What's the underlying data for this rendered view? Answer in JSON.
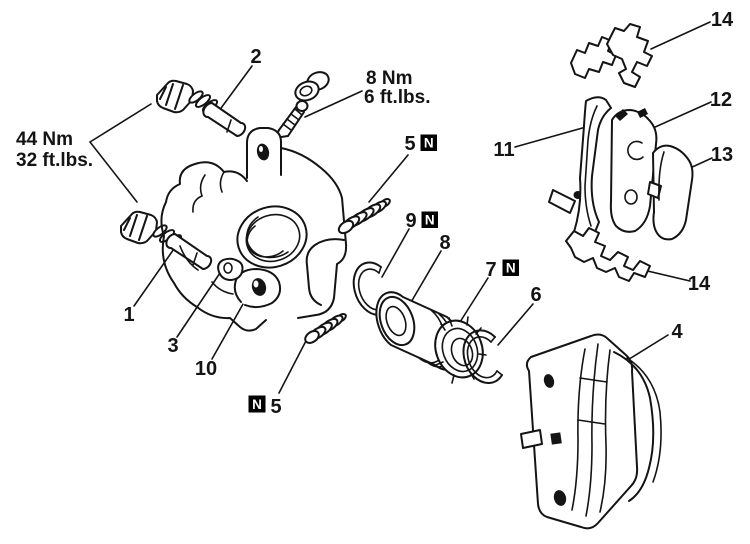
{
  "figure": {
    "type": "exploded-parts-diagram",
    "background": "#ffffff",
    "line_color": "#141414",
    "badge": {
      "letter": "N",
      "bg": "#000000",
      "fg": "#ffffff"
    },
    "torque_notes": {
      "guide_pins": {
        "line1": "44 Nm",
        "line2": "32 ft.lbs."
      },
      "bleeder": {
        "line1": "8 Nm",
        "line2": "6 ft.lbs."
      }
    },
    "callouts": {
      "c1": "1",
      "c2": "2",
      "c3": "3",
      "c4": "4",
      "c5_top": "5",
      "c5_bottom": "5",
      "c6": "6",
      "c7": "7",
      "c8": "8",
      "c9": "9",
      "c10": "10",
      "c11": "11",
      "c12": "12",
      "c13": "13",
      "c14_top": "14",
      "c14_bottom": "14"
    }
  }
}
